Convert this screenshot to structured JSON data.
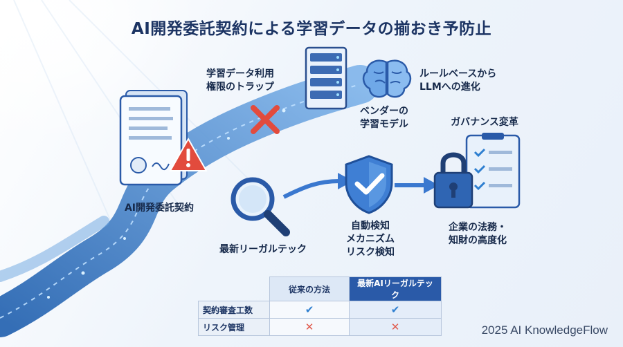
{
  "title": "AI開発委託契約による学習データの揃おき予防止",
  "labels": {
    "data_trap": [
      "学習データ利用",
      "権限のトラップ"
    ],
    "rule_to_llm": [
      "ルールベースから",
      "LLMへの進化"
    ],
    "vendor_model": [
      "ベンダーの",
      "学習モデル"
    ],
    "governance": "ガバナンス変革",
    "contract": "AI開発委託契約",
    "legaltech": "最新リーガルテック",
    "detection": [
      "自動検知",
      "メカニズム",
      "リスク検知"
    ],
    "company": [
      "企業の法務・",
      "知財の高度化"
    ]
  },
  "table": {
    "headers": [
      "従来の方法",
      "最新AIリーガルテック"
    ],
    "rows": [
      {
        "label": "契約審査工数",
        "traditional": "✔",
        "new": "✔"
      },
      {
        "label": "リスク管理",
        "traditional": "✕",
        "new": "✕"
      }
    ]
  },
  "footer": "2025 AI KnowledgeFlow",
  "colors": {
    "accent": "#2a5aa8",
    "warning": "#e24b3d",
    "check": "#2e7fd0",
    "path": "#2c6fbf"
  }
}
